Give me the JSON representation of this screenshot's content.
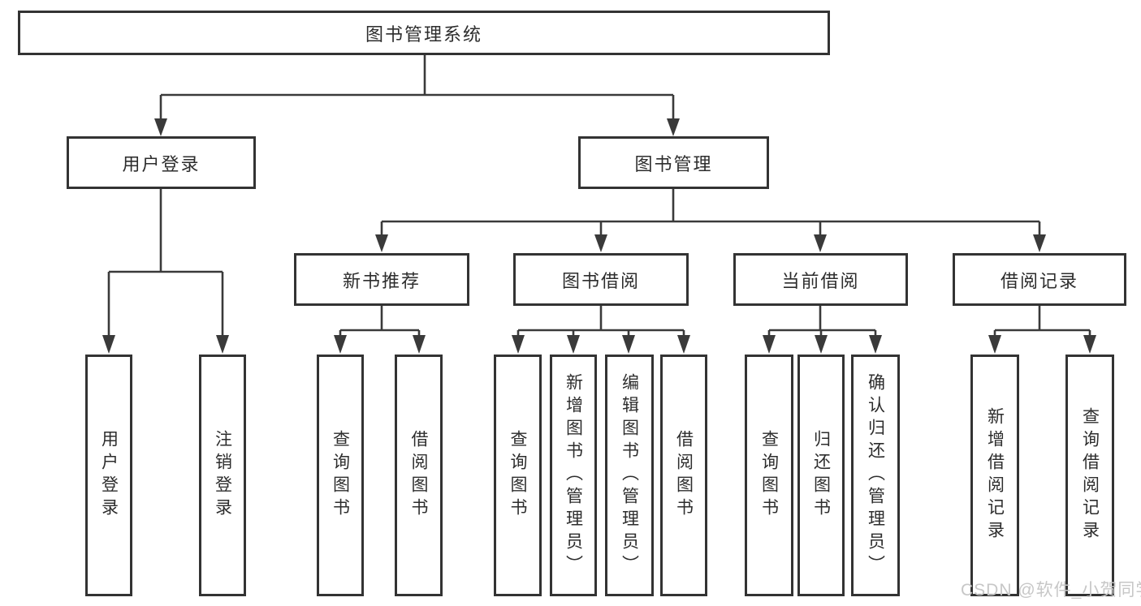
{
  "diagram": {
    "watermark": "CSDN @软件_小贺同学",
    "colors": {
      "line": "#3a3a3a",
      "box_border": "#333333",
      "box_background": "#ffffff",
      "text": "#2d2d2d",
      "watermark": "#c7c7c7"
    },
    "tree": {
      "root": {
        "label": "图书管理系统"
      },
      "branches": [
        {
          "label": "用户登录",
          "children": [
            {
              "label": "用户登录"
            },
            {
              "label": "注销登录"
            }
          ]
        },
        {
          "label": "图书管理",
          "children": [
            {
              "label": "新书推荐",
              "children": [
                {
                  "label": "查询图书"
                },
                {
                  "label": "借阅图书"
                }
              ]
            },
            {
              "label": "图书借阅",
              "children": [
                {
                  "label": "查询图书"
                },
                {
                  "label": "新增图书（管理员）"
                },
                {
                  "label": "编辑图书（管理员）"
                },
                {
                  "label": "借阅图书"
                }
              ]
            },
            {
              "label": "当前借阅",
              "children": [
                {
                  "label": "查询图书"
                },
                {
                  "label": "归还图书"
                },
                {
                  "label": "确认归还（管理员）"
                }
              ]
            },
            {
              "label": "借阅记录",
              "children": [
                {
                  "label": "新增借阅记录"
                },
                {
                  "label": "查询借阅记录"
                }
              ]
            }
          ]
        }
      ]
    }
  }
}
